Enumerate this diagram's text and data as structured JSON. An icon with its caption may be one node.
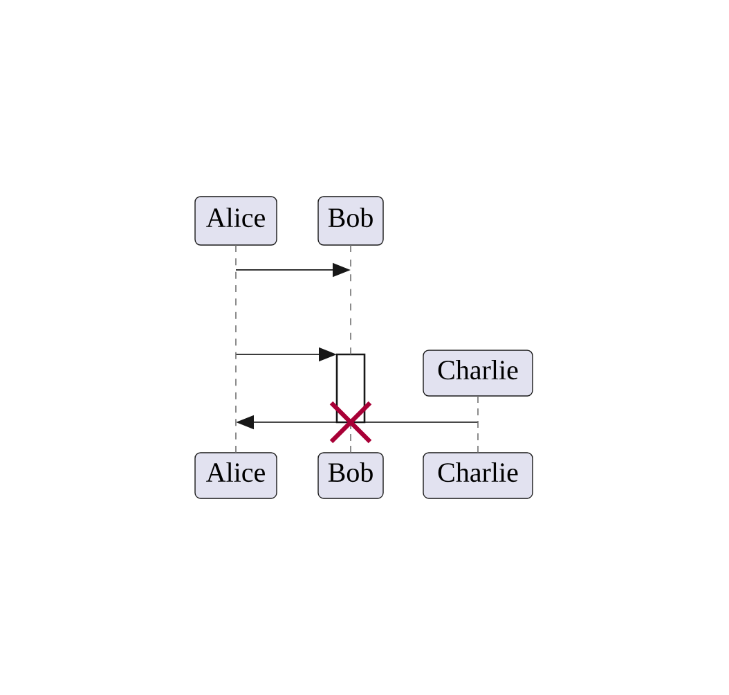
{
  "diagram": {
    "nodes": [
      {
        "text": [
          "Alice"
        ]
      },
      {
        "text": [
          "Bob"
        ]
      },
      {
        "text": [
          "Charlie"
        ]
      },
      {
        "text": [
          "Alice"
        ]
      },
      {
        "text": [
          "Bob"
        ]
      },
      {
        "text": [
          "Charlie"
        ]
      },
      {
        "text": [],
        "shape": "bar"
      }
    ],
    "edges": [
      {
        "from": 0,
        "to": 1,
        "arrow": "to"
      },
      {
        "from": null,
        "to": 6,
        "arrow": "to"
      },
      {
        "from": 2,
        "to": null,
        "arrow": "to"
      },
      {
        "from": 0,
        "to": 3,
        "arrow": "none",
        "style": "dashed"
      },
      {
        "from": 1,
        "to": 6,
        "arrow": "none",
        "style": "dashed"
      },
      {
        "from": 6,
        "to": 4,
        "arrow": "none",
        "style": "dashed"
      },
      {
        "from": 2,
        "to": 5,
        "arrow": "none",
        "style": "dashed"
      }
    ]
  }
}
